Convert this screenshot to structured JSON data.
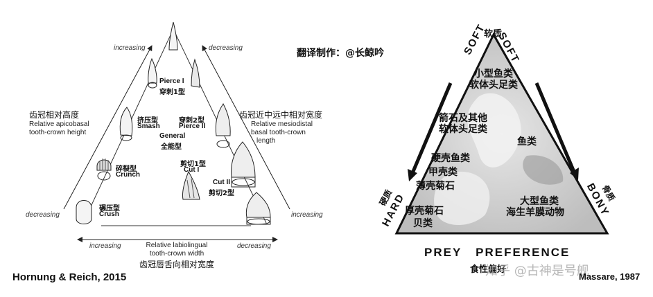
{
  "left": {
    "credit": "Hornung & Reich, 2015",
    "labels": {
      "increasing_tl": "increasing",
      "decreasing_tr": "decreasing",
      "decreasing_bl": "decreasing",
      "increasing_br": "increasing",
      "increasing_bottom": "increasing",
      "decreasing_bottom": "decreasing",
      "left_axis_cn": "齿冠相对高度",
      "left_axis_en1": "Relative apicobasal",
      "left_axis_en2": "tooth-crown height",
      "right_axis_cn": "齿冠近中远中相对宽度",
      "right_axis_en1": "Relative mesiodistal",
      "right_axis_en2": "basal tooth-crown",
      "right_axis_en3": "length",
      "bottom_axis_en1": "Relative labiolingual",
      "bottom_axis_en2": "tooth-crown width",
      "bottom_axis_cn": "齿冠唇舌向相对宽度"
    },
    "guilds": {
      "pierce1_en": "Pierce I",
      "pierce1_cn": "穿刺1型",
      "pierce2_cn": "穿刺2型",
      "pierce2_en": "Pierce II",
      "smash_cn": "挤压型",
      "smash_en": "Smash",
      "general_en": "General",
      "general_cn": "全能型",
      "crunch_cn": "碎裂型",
      "crunch_en": "Crunch",
      "cut1_cn": "剪切1型",
      "cut1_en": "Cut I",
      "cut2_en": "Cut II",
      "cut2_cn": "剪切2型",
      "crush_cn": "碾压型",
      "crush_en": "Crush"
    }
  },
  "middle": {
    "translator": "翻译制作：@长鲸吟"
  },
  "right": {
    "credit": "Massare, 1987",
    "vertex_top_cn": "软质",
    "soft_left": "SOFT",
    "soft_right": "SOFT",
    "hard_en": "HARD",
    "hard_cn": "硬质",
    "bony_en": "BONY",
    "bony_cn": "骨质",
    "prey_preference": "PREY   PREFERENCE",
    "prey_preference_cn": "食性偏好",
    "watermark": "知乎 @古神是号舰",
    "regions": {
      "r1a": "小型鱼类",
      "r1b": "软体头足类",
      "r2a": "箭石及其他",
      "r2b": "软体头足类",
      "r3": "鱼类",
      "r4a": "硬壳鱼类",
      "r4b": "甲壳类",
      "r4c": "薄壳菊石",
      "r5a": "厚壳菊石",
      "r5b": "贝类",
      "r6a": "大型鱼类",
      "r6b": "海生羊膜动物"
    }
  }
}
